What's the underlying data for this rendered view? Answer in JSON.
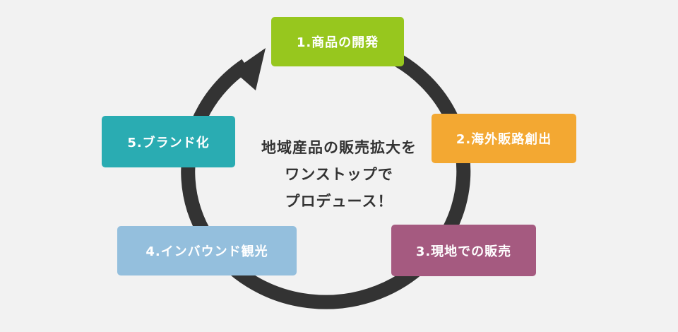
{
  "colors": {
    "background": "#f2f2f2",
    "ring": "#333333",
    "center_text": "#333333",
    "step_text": "#ffffff"
  },
  "cycle": {
    "direction": "clockwise",
    "steps": [
      {
        "label": "1.商品の開発",
        "color": "#97c71e"
      },
      {
        "label": "2.海外販路創出",
        "color": "#f3a832"
      },
      {
        "label": "3.現地での販売",
        "color": "#a55a80"
      },
      {
        "label": "4.インバウンド観光",
        "color": "#94bfdd"
      },
      {
        "label": "5.ブランド化",
        "color": "#2aacb2"
      }
    ]
  },
  "center": {
    "lines": [
      "地域産品の販売拡大を",
      "ワンストップで",
      "プロデュース！"
    ]
  }
}
